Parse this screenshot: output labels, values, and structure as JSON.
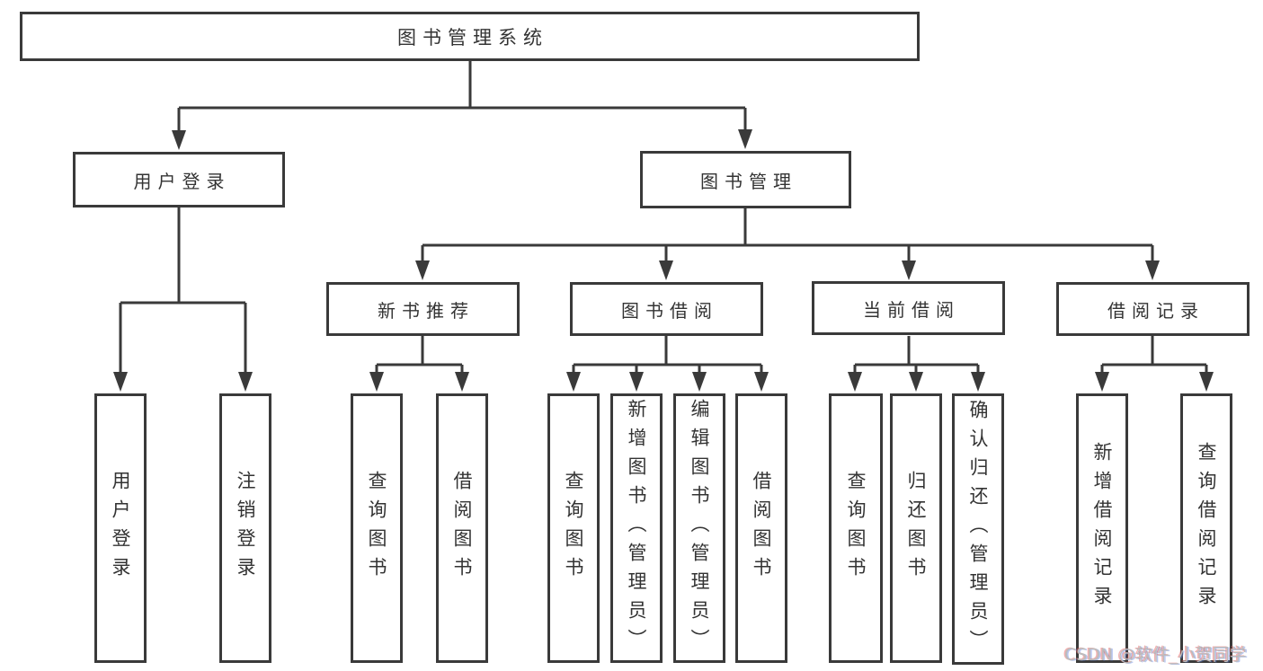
{
  "diagram_title": "图书管理系统",
  "tree": {
    "label": "图书管理系统",
    "children": [
      {
        "label": "用户登录",
        "leaves": [
          "用户登录",
          "注销登录"
        ]
      },
      {
        "label": "图书管理",
        "children": [
          {
            "label": "新书推荐",
            "leaves": [
              "查询图书",
              "借阅图书"
            ]
          },
          {
            "label": "图书借阅",
            "leaves": [
              "查询图书",
              "新增图书（管理员）",
              "编辑图书（管理员）",
              "借阅图书"
            ]
          },
          {
            "label": "当前借阅",
            "leaves": [
              "查询图书",
              "归还图书",
              "确认归还（管理员）"
            ]
          },
          {
            "label": "借阅记录",
            "leaves": [
              "新增借阅记录",
              "查询借阅记录"
            ]
          }
        ]
      }
    ]
  },
  "watermark": "CSDN @软件_小贺同学",
  "colors": {
    "line": "#3a3a3a",
    "text": "#333333",
    "background": "#ffffff",
    "watermark": "#bcbcbc"
  }
}
